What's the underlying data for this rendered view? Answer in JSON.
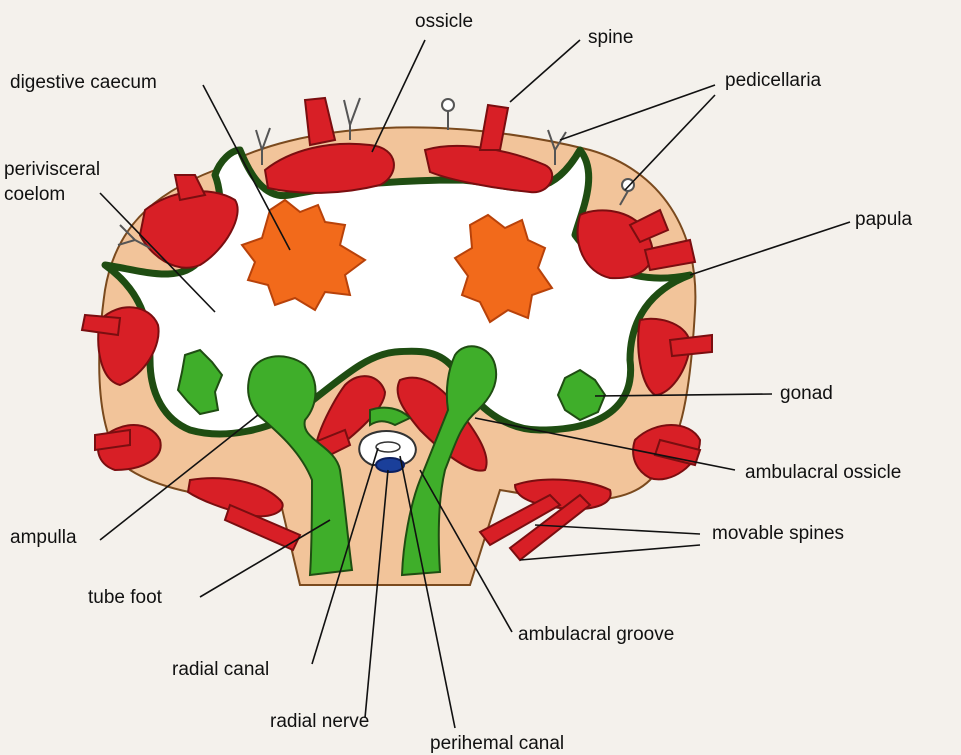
{
  "labels": {
    "ossicle": "ossicle",
    "spine": "spine",
    "digestive_caecum": "digestive caecum",
    "pedicellaria": "pedicellaria",
    "perivisceral_coelom_1": "perivisceral",
    "perivisceral_coelom_2": "coelom",
    "papula": "papula",
    "gonad": "gonad",
    "ambulacral_ossicle": "ambulacral ossicle",
    "movable_spines": "movable spines",
    "ampulla": "ampulla",
    "tube_foot": "tube foot",
    "ambulacral_groove": "ambulacral groove",
    "radial_canal": "radial canal",
    "radial_nerve": "radial nerve",
    "perihemal_canal": "perihemal canal"
  },
  "colors": {
    "background": "#f4f1ec",
    "body_wall": "#f2c49a",
    "ossicle_red": "#d81f26",
    "caecum_orange": "#f26a1b",
    "tube_foot_green": "#3fae2a",
    "membrane_dark_green": "#1f4d12",
    "nerve_blue": "#1a3f9a"
  }
}
